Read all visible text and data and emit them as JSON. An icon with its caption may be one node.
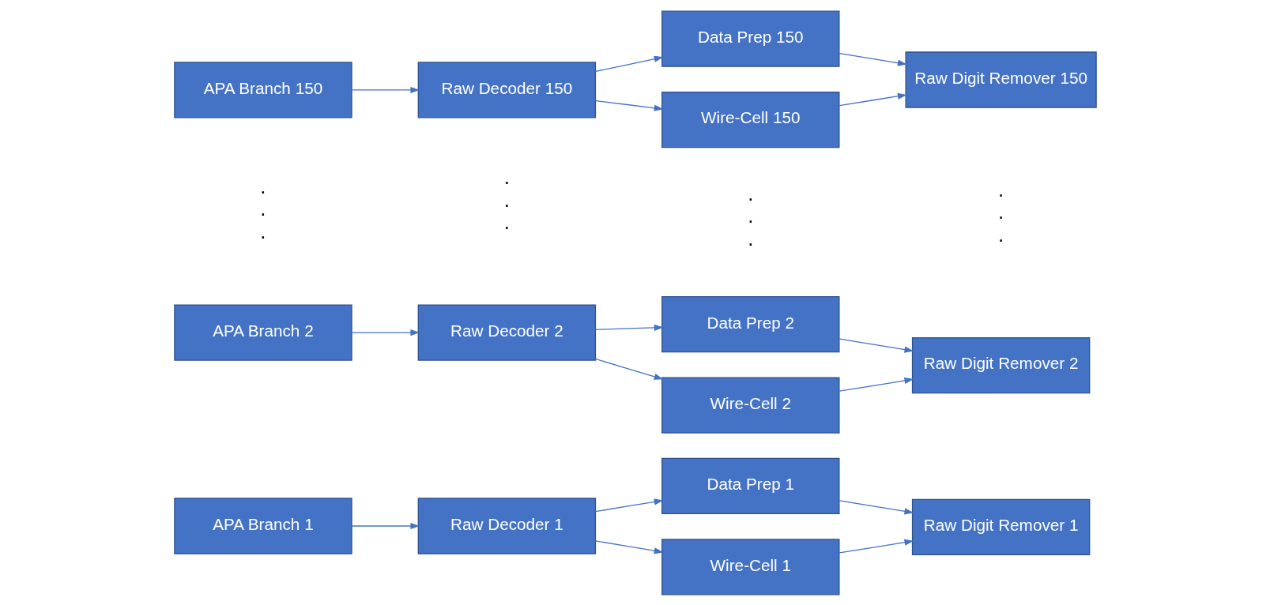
{
  "diagram": {
    "nodes": [
      {
        "text": [
          "APA Branch 1"
        ]
      },
      {
        "text": [
          "Raw Decoder 1"
        ]
      },
      {
        "text": [
          "Data Prep 1"
        ]
      },
      {
        "text": [
          "Wire-Cell 1"
        ]
      },
      {
        "text": [
          "Raw Digit Remover 1"
        ]
      },
      {
        "text": [
          "APA Branch 2"
        ]
      },
      {
        "text": [
          "Raw Decoder 2"
        ]
      },
      {
        "text": [
          "Data Prep 2"
        ]
      },
      {
        "text": [
          "Wire-Cell 2"
        ]
      },
      {
        "text": [
          "Raw Digit Remover 2"
        ]
      },
      {
        "text": [
          "APA Branch 150"
        ]
      },
      {
        "text": [
          "Raw Decoder 150"
        ]
      },
      {
        "text": [
          "Data Prep 150"
        ]
      },
      {
        "text": [
          "Wire-Cell 150"
        ]
      },
      {
        "text": [
          "Raw Digit Remover 150"
        ]
      }
    ],
    "edges": [
      {
        "from": 0,
        "to": 1,
        "arrow": "to"
      },
      {
        "from": 1,
        "to": 2,
        "arrow": "to"
      },
      {
        "from": 1,
        "to": 3,
        "arrow": "to"
      },
      {
        "from": 2,
        "to": 4,
        "arrow": "to"
      },
      {
        "from": 3,
        "to": 4,
        "arrow": "to"
      },
      {
        "from": 5,
        "to": 6,
        "arrow": "to"
      },
      {
        "from": 6,
        "to": 7,
        "arrow": "to"
      },
      {
        "from": 6,
        "to": 8,
        "arrow": "to"
      },
      {
        "from": 7,
        "to": 9,
        "arrow": "to"
      },
      {
        "from": 8,
        "to": 9,
        "arrow": "to"
      },
      {
        "from": 10,
        "to": 11,
        "arrow": "to"
      },
      {
        "from": 11,
        "to": 12,
        "arrow": "to"
      },
      {
        "from": 11,
        "to": 13,
        "arrow": "to"
      },
      {
        "from": 12,
        "to": 14,
        "arrow": "to"
      },
      {
        "from": 13,
        "to": 14,
        "arrow": "to"
      }
    ],
    "labels": [
      ". . .",
      ". . .",
      ". . .",
      ". . ."
    ]
  }
}
